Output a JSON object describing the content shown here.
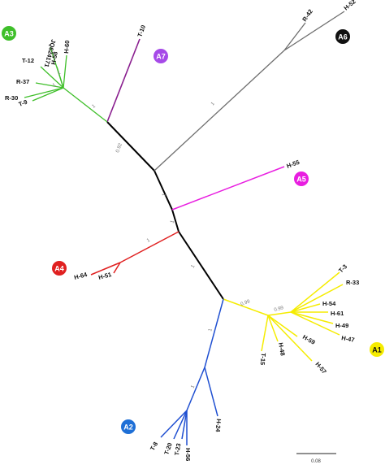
{
  "colors": {
    "backbone": "#000000",
    "A1": "#f5ec00",
    "A2": "#1f4fd1",
    "A3": "#3fbf2a",
    "A4": "#e02020",
    "A5": "#e81ee0",
    "A6": "#6e6e6e",
    "A7": "#8a1f8f"
  },
  "clusters": [
    {
      "id": "A1",
      "label": "A1",
      "color": "#f5ec00",
      "text_color": "#111111"
    },
    {
      "id": "A2",
      "label": "A2",
      "color": "#1e6fd6",
      "text_color": "#ffffff"
    },
    {
      "id": "A3",
      "label": "A3",
      "color": "#3fbf2a",
      "text_color": "#ffffff"
    },
    {
      "id": "A4",
      "label": "A4",
      "color": "#e02020",
      "text_color": "#ffffff"
    },
    {
      "id": "A5",
      "label": "A5",
      "color": "#e81ee0",
      "text_color": "#ffffff"
    },
    {
      "id": "A6",
      "label": "A6",
      "color": "#111111",
      "text_color": "#ffffff"
    },
    {
      "id": "A7",
      "label": "A7",
      "color": "#a64ae8",
      "text_color": "#ffffff"
    }
  ],
  "leaves": {
    "A1": [
      "T-3",
      "R-33",
      "H-54",
      "H-61",
      "H-49",
      "H-47",
      "H-59",
      "H-57",
      "H-48",
      "T-15"
    ],
    "A2": [
      "T-8",
      "T-20",
      "T-23",
      "H-56",
      "H-24"
    ],
    "A3": [
      "JQ624171",
      "H-60",
      "H-58",
      "T-12",
      "R-37",
      "R-30",
      "T-9"
    ],
    "A4": [
      "H-64",
      "H-51"
    ],
    "A5": [
      "H-55"
    ],
    "A6": [
      "R-42",
      "H-52"
    ],
    "A7": [
      "T-10"
    ]
  },
  "support_values": [
    "1",
    "1",
    "1",
    "1",
    "1",
    "1",
    "1",
    "1",
    "1",
    "1",
    "0.92",
    "0.99",
    "0.99",
    "1",
    "1"
  ],
  "scale_bar": {
    "label": "0.08"
  }
}
